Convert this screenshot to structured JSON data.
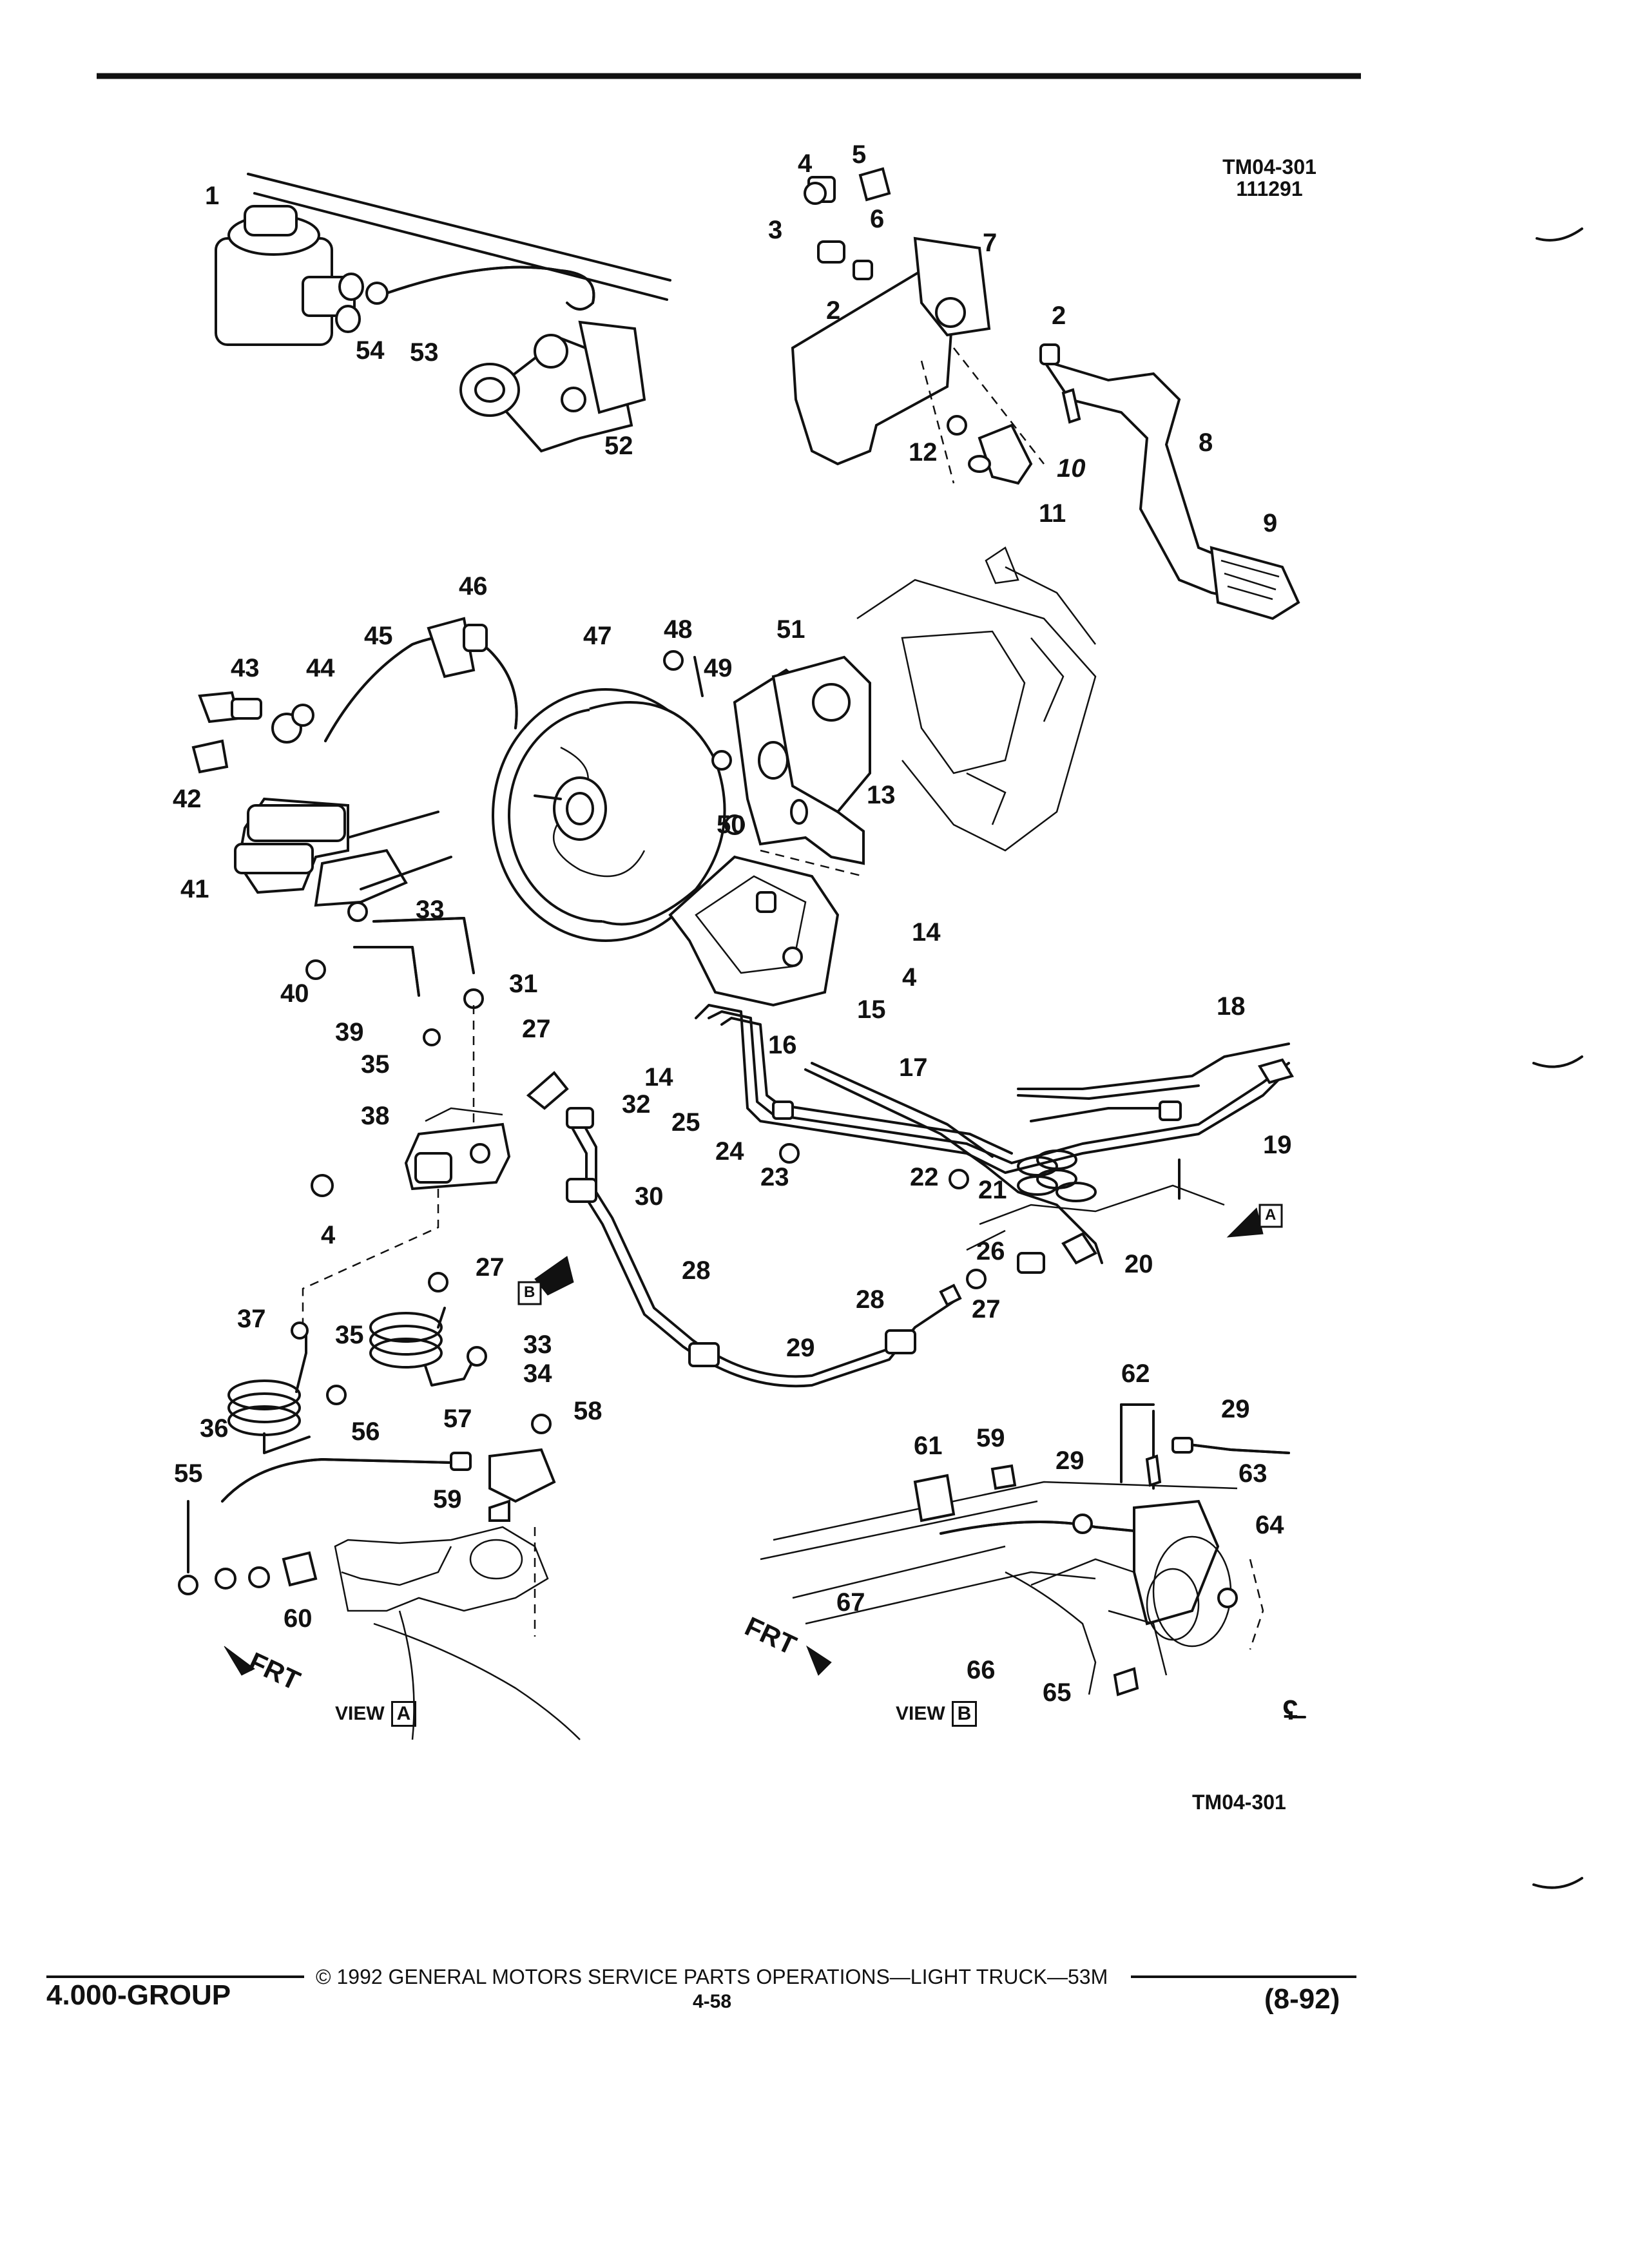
{
  "header": {
    "ref_code": "TM04-301",
    "ref_number": "111291"
  },
  "diagram": {
    "callouts": [
      "1",
      "2",
      "3",
      "4",
      "5",
      "6",
      "7",
      "8",
      "9",
      "10",
      "11",
      "12",
      "13",
      "14",
      "15",
      "16",
      "17",
      "18",
      "19",
      "20",
      "21",
      "22",
      "23",
      "24",
      "25",
      "26",
      "27",
      "28",
      "29",
      "30",
      "31",
      "32",
      "33",
      "34",
      "35",
      "36",
      "37",
      "38",
      "39",
      "40",
      "41",
      "42",
      "43",
      "44",
      "45",
      "46",
      "47",
      "48",
      "49",
      "50",
      "51",
      "52",
      "53",
      "54",
      "55",
      "56",
      "57",
      "58",
      "59",
      "60",
      "61",
      "62",
      "63",
      "64",
      "65",
      "66",
      "67"
    ],
    "view_labels": {
      "view_a": "VIEW",
      "view_a_box": "A",
      "view_b": "VIEW",
      "view_b_box": "B"
    },
    "direction_label": "FRT",
    "ref_markers": {
      "a": "A",
      "b": "B"
    },
    "bottom_ref": "TM04-301",
    "corner_symbol": "ʢ"
  },
  "footer": {
    "group": "4.000-GROUP",
    "copyright": "© 1992 GENERAL MOTORS SERVICE PARTS OPERATIONS—LIGHT TRUCK—53M",
    "page": "4-58",
    "date_code": "(8-92)"
  }
}
